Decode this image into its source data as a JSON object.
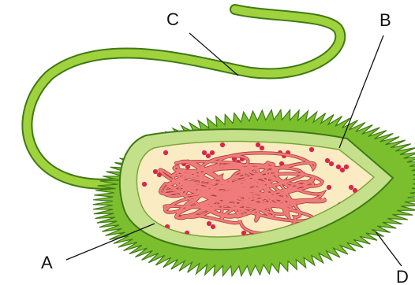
{
  "labels": {
    "a": "A",
    "b": "B",
    "c": "C",
    "d": "D"
  },
  "icons": {
    "flagellum": "flagellum-icon",
    "capsule": "spiky-capsule-icon",
    "cell_wall": "cell-wall-icon",
    "cytoplasm": "cytoplasm-icon",
    "nucleoid": "dna-coil-icon",
    "ribosomes": "ribosome-dots-icon"
  },
  "colors": {
    "capsule_fill": "#7bbf2e",
    "capsule_stroke": "#3f7a14",
    "wall_fill": "#c4e08a",
    "cytoplasm_fill": "#faebc2",
    "dna_stroke": "#f07b7b",
    "dna_outline": "#a83a3a",
    "ribosome_fill": "#d8284a",
    "flagellum_fill": "#9fd23c"
  }
}
